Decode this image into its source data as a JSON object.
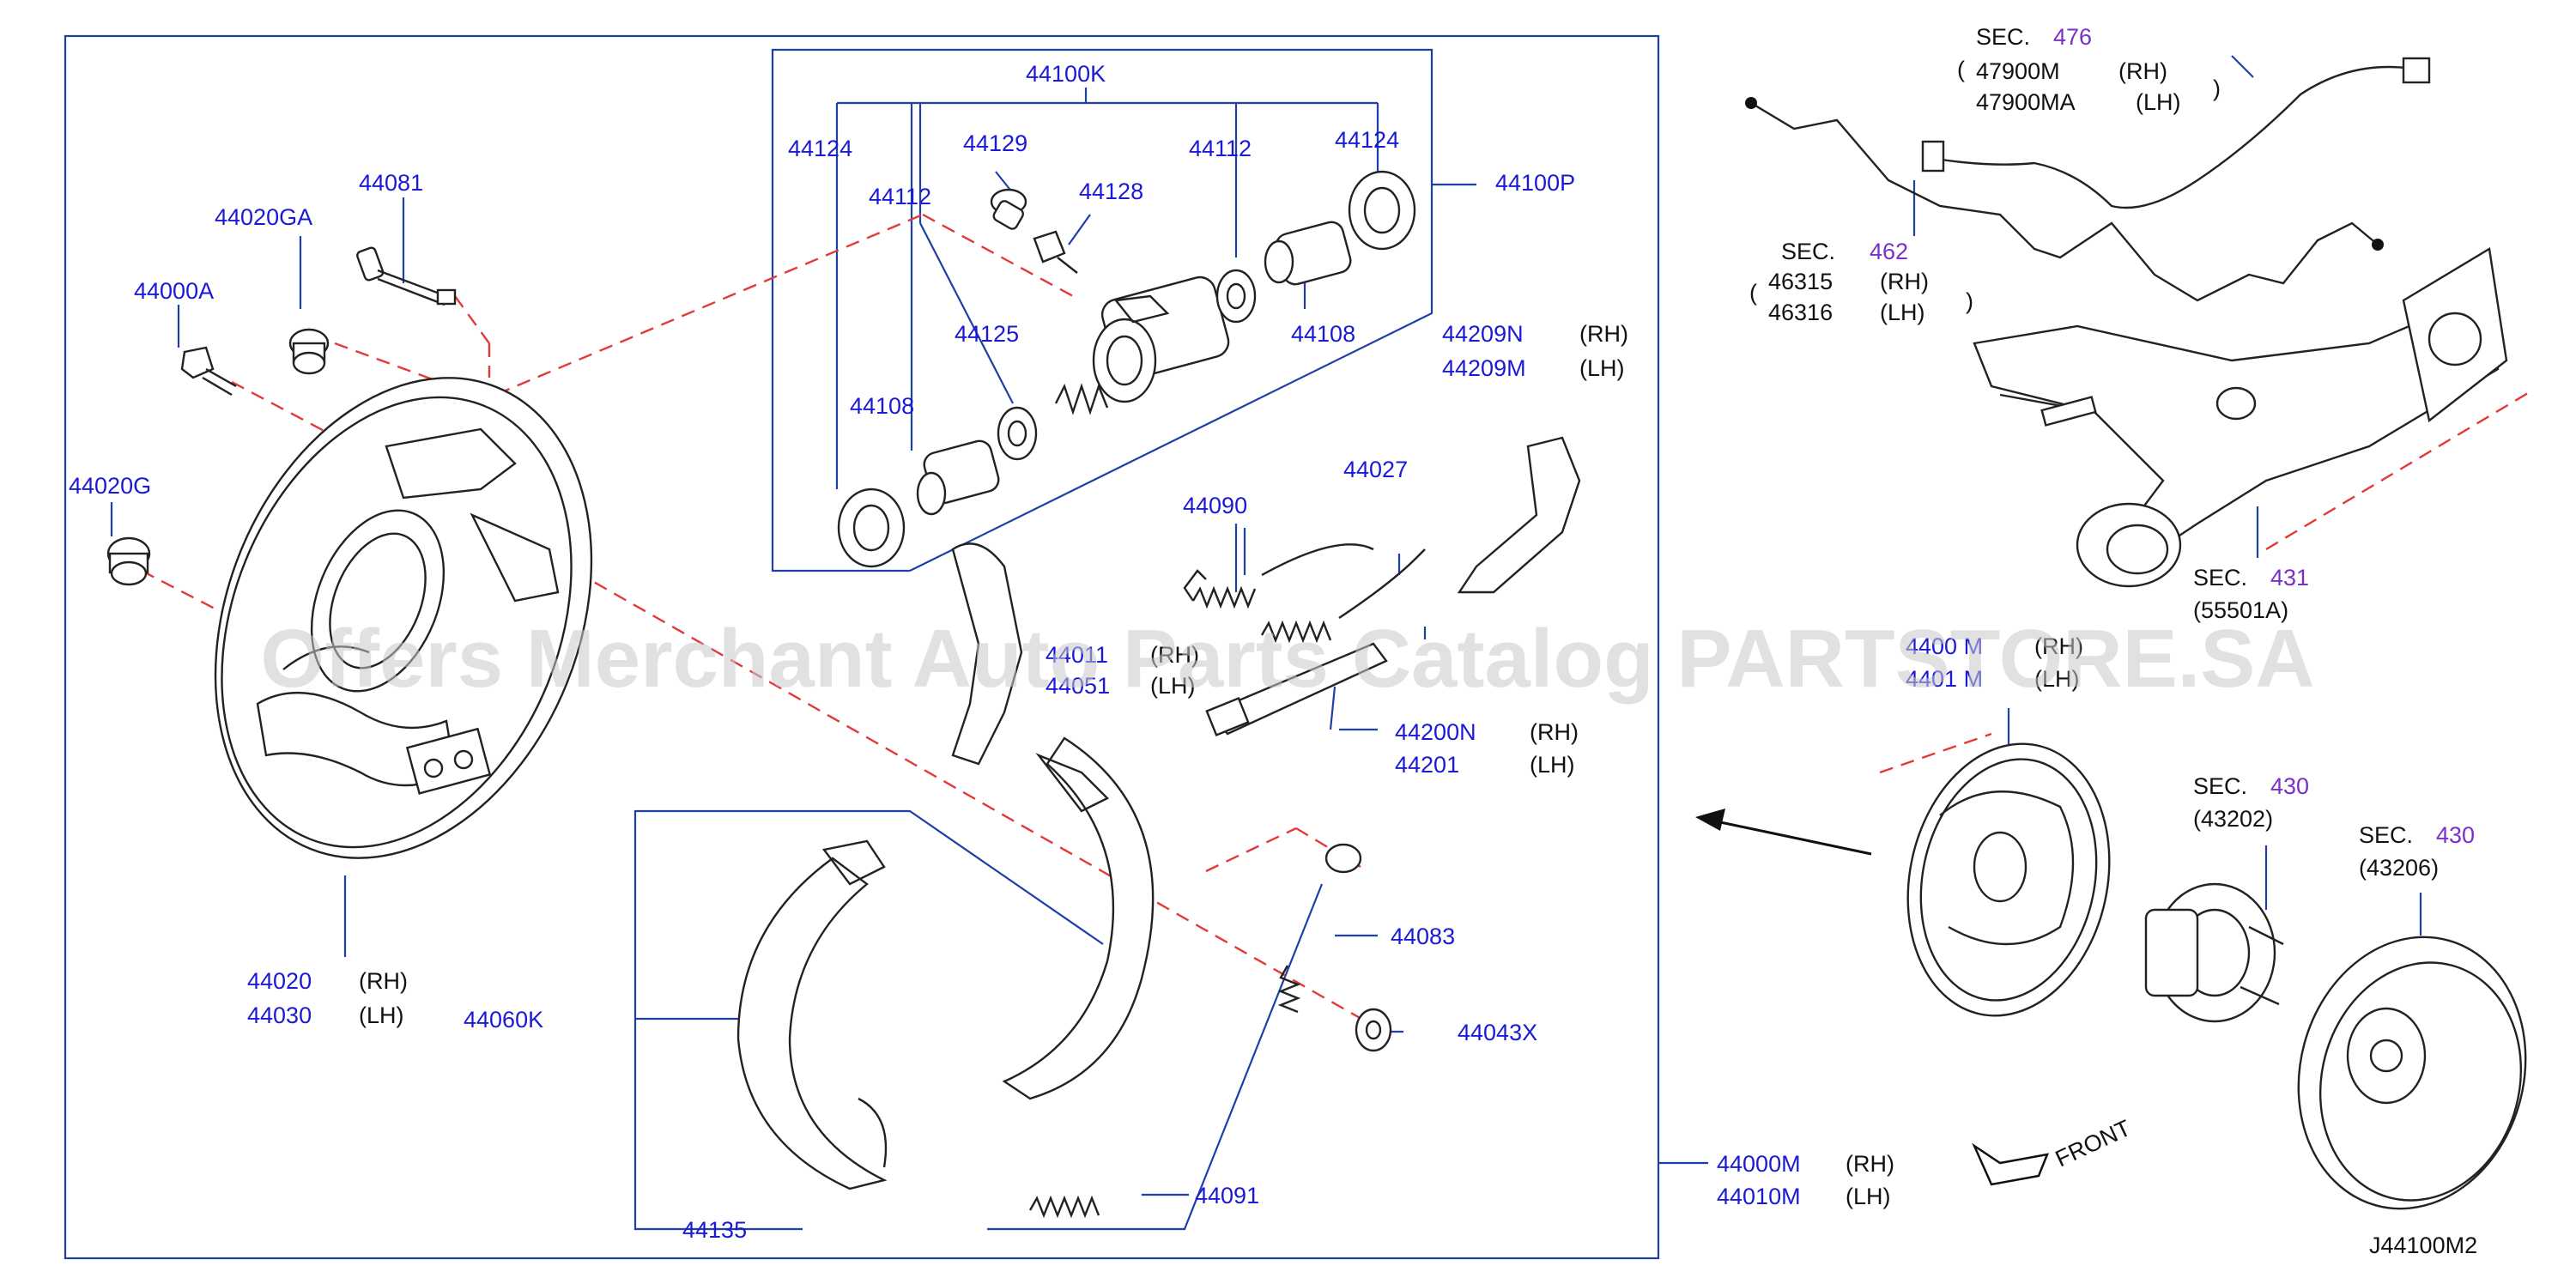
{
  "diagram": {
    "code": "J44100M2",
    "watermark": "Offers Merchant Auto Parts Catalog PARTSTORE.SA",
    "front_label": "FRONT",
    "side_rh": "(RH)",
    "side_lh": "(LH)",
    "sec_word": "SEC.",
    "sections": {
      "s476": "476",
      "s462": "462",
      "s431": "431",
      "s430a": "430",
      "s430b": "430"
    },
    "parts": {
      "p44100K": "44100K",
      "p44124a": "44124",
      "p44124b": "44124",
      "p44112a": "44112",
      "p44112b": "44112",
      "p44129": "44129",
      "p44128": "44128",
      "p44125": "44125",
      "p44108a": "44108",
      "p44108b": "44108",
      "p44100P": "44100P",
      "p44081": "44081",
      "p44020GA": "44020GA",
      "p44000A": "44000A",
      "p44020G": "44020G",
      "p44020": "44020",
      "p44030": "44030",
      "p44060K": "44060K",
      "p44135": "44135",
      "p44091": "44091",
      "p44090": "44090",
      "p44027": "44027",
      "p44209N": "44209N",
      "p44209M": "44209M",
      "p44011": "44011",
      "p44051": "44051",
      "p44200N": "44200N",
      "p44201": "44201",
      "p44083": "44083",
      "p44043X": "44043X",
      "p44000M": "44000M",
      "p44010M": "44010M",
      "p44000Ma": "4400 M",
      "p44001M": "4401 M",
      "p47900M": "47900M",
      "p47900MA": "47900MA",
      "p46315": "46315",
      "p46316": "46316",
      "p55501A": "(55501A)",
      "p43202": "(43202)",
      "p43206": "(43206)"
    }
  }
}
